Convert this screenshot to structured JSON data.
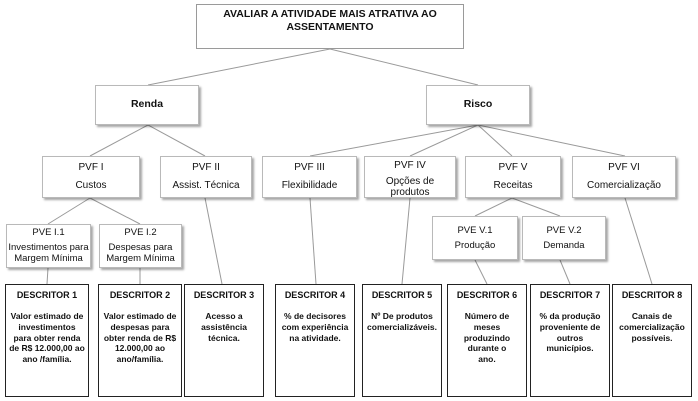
{
  "top": {
    "title": "AVALIAR A ATIVIDADE MAIS ATRATIVA AO ASSENTAMENTO"
  },
  "renda": "Renda",
  "risco": "Risco",
  "pvf": [
    {
      "code": "PVF I",
      "name": "Custos"
    },
    {
      "code": "PVF II",
      "name": "Assist. Técnica"
    },
    {
      "code": "PVF III",
      "name": "Flexibilidade"
    },
    {
      "code": "PVF IV",
      "name": "Opções de produtos"
    },
    {
      "code": "PVF V",
      "name": "Receitas"
    },
    {
      "code": "PVF  VI",
      "name": "Comercialização"
    }
  ],
  "pve": [
    {
      "code": "PVE I.1",
      "name": "Investimentos para Margem Mínima"
    },
    {
      "code": "PVE I.2",
      "name": "Despesas para Margem Mínima"
    },
    {
      "code": "PVE V.1",
      "name": "Produção"
    },
    {
      "code": "PVE V.2",
      "name": "Demanda"
    }
  ],
  "descritores": [
    {
      "title": "DESCRITOR 1",
      "text": "Valor estimado de investimentos para obter renda de R$ 12.000,00 ao ano /família."
    },
    {
      "title": "DESCRITOR 2",
      "text": "Valor estimado de despesas  para obter renda de R$ 12.000,00 ao ano/família."
    },
    {
      "title": "DESCRITOR 3",
      "text": "Acesso  a assistência técnica."
    },
    {
      "title": "DESCRITOR 4",
      "text": "% de decisores com experiência na atividade."
    },
    {
      "title": "DESCRITOR 5",
      "text": "Nº De produtos comercializáveis."
    },
    {
      "title": "DESCRITOR 6",
      "text": "Número de meses produzindo durante o ano."
    },
    {
      "title": "DESCRITOR 7",
      "text": "% da produção proveniente de outros municípios."
    },
    {
      "title": "DESCRITOR 8",
      "text": "Canais de comercialização possíveis."
    }
  ]
}
